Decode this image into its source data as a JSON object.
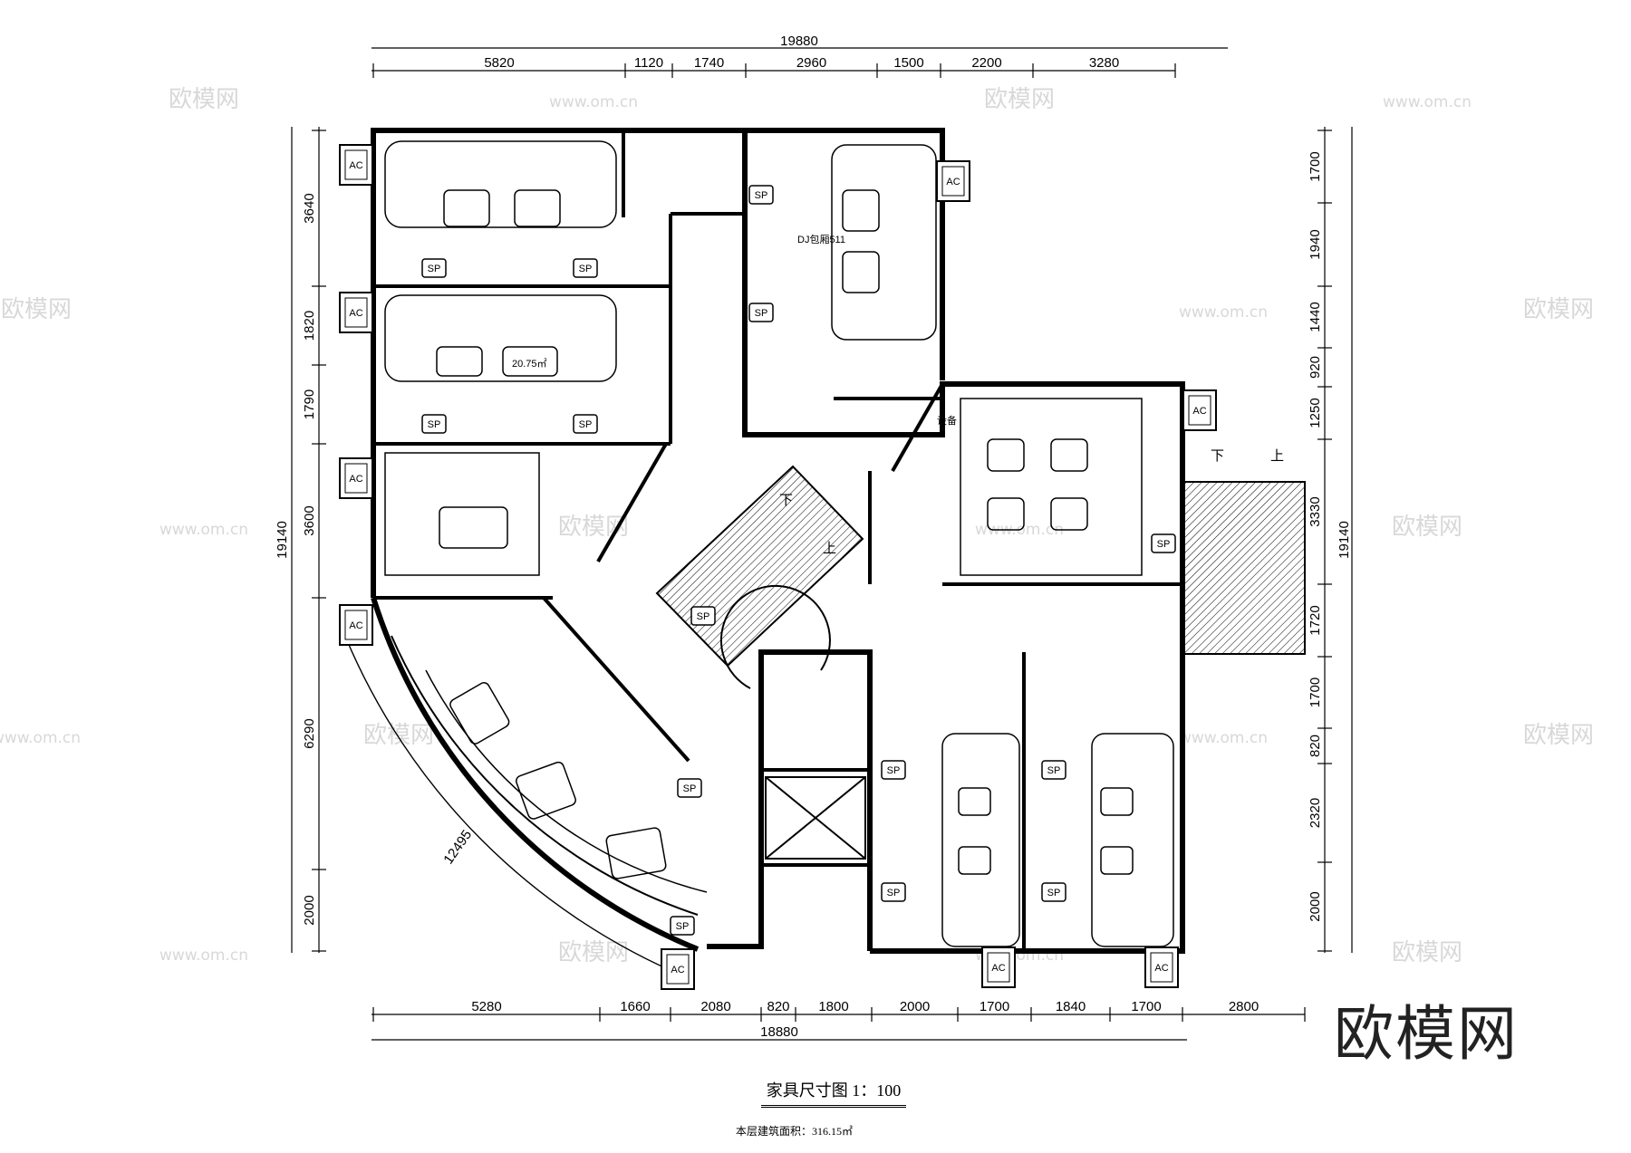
{
  "drawing": {
    "title": "家具尺寸图 1：100",
    "area_note": "本层建筑面积：316.15㎡",
    "brand": "欧模网",
    "watermarks": [
      "欧模网",
      "www.om.cn"
    ]
  },
  "dimensions": {
    "top_total": "19880",
    "top_segments": [
      "5820",
      "1120",
      "1740",
      "2960",
      "1500",
      "2200",
      "3280"
    ],
    "bottom_total": "18880",
    "bottom_segments": [
      "5280",
      "1660",
      "2080",
      "820",
      "1800",
      "2000",
      "1700",
      "1840",
      "1700",
      "2800"
    ],
    "left_total": "19140",
    "left_segments": [
      "3640",
      "1820",
      "1790",
      "3600",
      "6290",
      "2000"
    ],
    "right_total": "19140",
    "right_segments": [
      "1700",
      "1940",
      "1440",
      "920",
      "1250",
      "3330",
      "1720",
      "1700",
      "820",
      "2320",
      "2000"
    ],
    "arc": "12495"
  },
  "labels": {
    "room_dj": "DJ包厢511",
    "room_area": "20.75㎡",
    "equipment": "设备",
    "sp": "SP",
    "ac": "AC",
    "stair_down": "下",
    "stair_up": "上"
  }
}
